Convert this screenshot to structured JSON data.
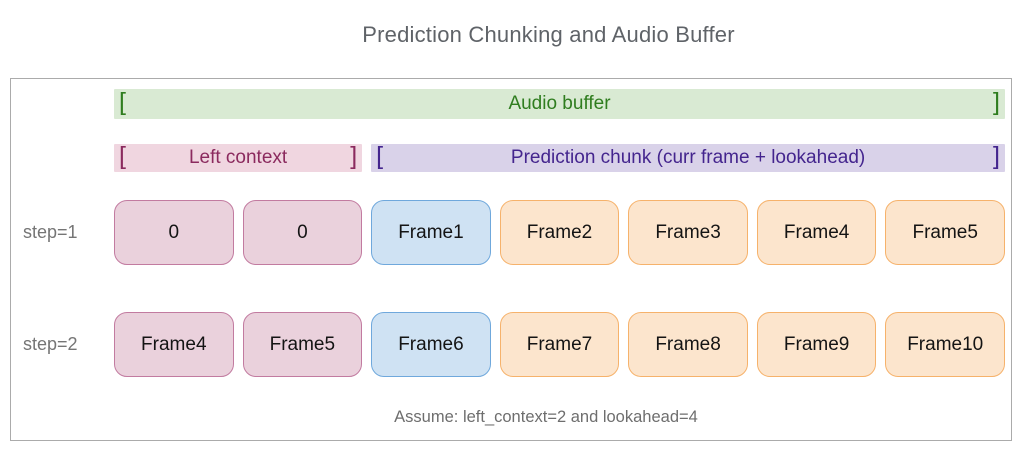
{
  "title": "Prediction Chunking and Audio Buffer",
  "bands": {
    "audio_buffer": {
      "open": "[",
      "label": "Audio buffer",
      "close": "]"
    },
    "left_context": {
      "open": "[",
      "label": "Left context",
      "close": "]"
    },
    "prediction_chunk": {
      "open": "[",
      "label": "Prediction chunk (curr frame + lookahead)",
      "close": "]"
    }
  },
  "steps": [
    {
      "label": "step=1",
      "cells": [
        {
          "text": "0",
          "type": "left-context"
        },
        {
          "text": "0",
          "type": "left-context"
        },
        {
          "text": "Frame1",
          "type": "current"
        },
        {
          "text": "Frame2",
          "type": "lookahead"
        },
        {
          "text": "Frame3",
          "type": "lookahead"
        },
        {
          "text": "Frame4",
          "type": "lookahead"
        },
        {
          "text": "Frame5",
          "type": "lookahead"
        }
      ]
    },
    {
      "label": "step=2",
      "cells": [
        {
          "text": "Frame4",
          "type": "left-context"
        },
        {
          "text": "Frame5",
          "type": "left-context"
        },
        {
          "text": "Frame6",
          "type": "current"
        },
        {
          "text": "Frame7",
          "type": "lookahead"
        },
        {
          "text": "Frame8",
          "type": "lookahead"
        },
        {
          "text": "Frame9",
          "type": "lookahead"
        },
        {
          "text": "Frame10",
          "type": "lookahead"
        }
      ]
    }
  ],
  "note": "Assume: left_context=2 and lookahead=4",
  "colors": {
    "title_text": "#5f6368",
    "outer_border": "#ababab",
    "audio_band_bg": "#d9ead3",
    "audio_band_text": "#2f7d1f",
    "left_context_band_bg": "#f0d6e0",
    "left_context_band_text": "#8b2a5e",
    "prediction_band_bg": "#d9d2e9",
    "prediction_band_text": "#44258e",
    "left_context_cell_bg": "#ead1dc",
    "left_context_cell_border": "#c27ba0",
    "current_cell_bg": "#cfe2f3",
    "current_cell_border": "#6fa8dc",
    "lookahead_cell_bg": "#fce5cd",
    "lookahead_cell_border": "#f6b26b",
    "step_label_text": "#757575",
    "note_text": "#6e6e6e"
  }
}
